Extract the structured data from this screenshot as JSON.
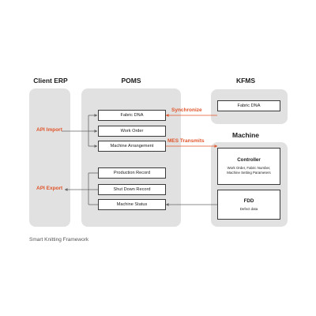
{
  "columns": {
    "client_erp": "Client ERP",
    "poms": "POMS",
    "kfms": "KFMS",
    "machine": "Machine"
  },
  "poms_boxes": [
    "Fabric DNA",
    "Work Order",
    "Machine Arrangement",
    "Production Record",
    "Shut Down Record",
    "Machine Status"
  ],
  "kfms_box": "Fabric DNA",
  "api": {
    "import": "API Import",
    "export": "API Export"
  },
  "flows": {
    "synchronize": "Synchronize",
    "mes_transmits": "MES Transmits"
  },
  "machine": {
    "controller_title": "Controller",
    "controller_desc_1": "Work Order, Fabric Number,",
    "controller_desc_2": "Machine Setting Parameters",
    "fdd_title": "FDD",
    "fdd_desc": "Defect data"
  },
  "caption": "Smart Knitting Framework",
  "colors": {
    "panel": "#e1e1e1",
    "accent": "#e0542a",
    "border": "#3a3a3a"
  }
}
